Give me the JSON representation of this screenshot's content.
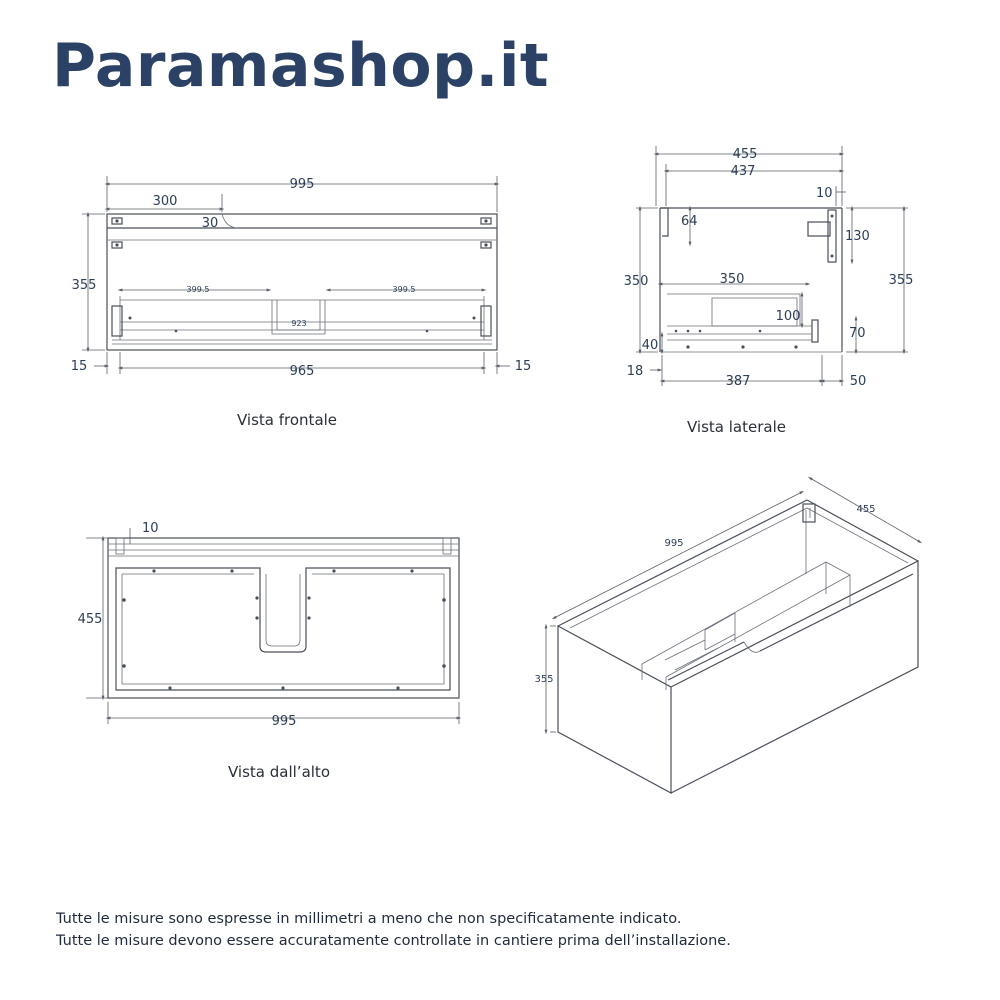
{
  "brand": "Paramashop.it",
  "views": {
    "front": {
      "caption": "Vista frontale",
      "dims": {
        "overall_width": "995",
        "offset_left": "300",
        "edge_radius": "30",
        "height": "355",
        "inner_width": "965",
        "side_left": "15",
        "side_right": "15",
        "slide_left": "399.5",
        "slide_right": "399.5",
        "center": "923"
      }
    },
    "side": {
      "caption": "Vista laterale",
      "dims": {
        "depth": "455",
        "inner_depth": "437",
        "bracket_offset": "10",
        "bracket_drop": "64",
        "bracket_height": "130",
        "drawer_depth": "350",
        "inner_height": "350",
        "overall_height": "355",
        "drawer_box_height": "100",
        "front_height": "70",
        "bottom_height": "40",
        "base_offset": "18",
        "base_depth": "387",
        "base_front": "50"
      }
    },
    "top": {
      "caption": "Vista dall’alto",
      "dims": {
        "thickness": "10",
        "depth": "455",
        "width": "995"
      }
    },
    "iso": {
      "dims": {
        "width": "995",
        "depth": "455",
        "height": "355"
      }
    }
  },
  "notes": [
    "Tutte le misure sono espresse in millimetri a meno che non specificatamente indicato.",
    "Tutte le misure devono essere accuratamente controllate in cantiere prima dell’installazione."
  ],
  "colors": {
    "brand": "#2b4166",
    "line": "#4a4f5a",
    "text": "#2c3e57"
  }
}
